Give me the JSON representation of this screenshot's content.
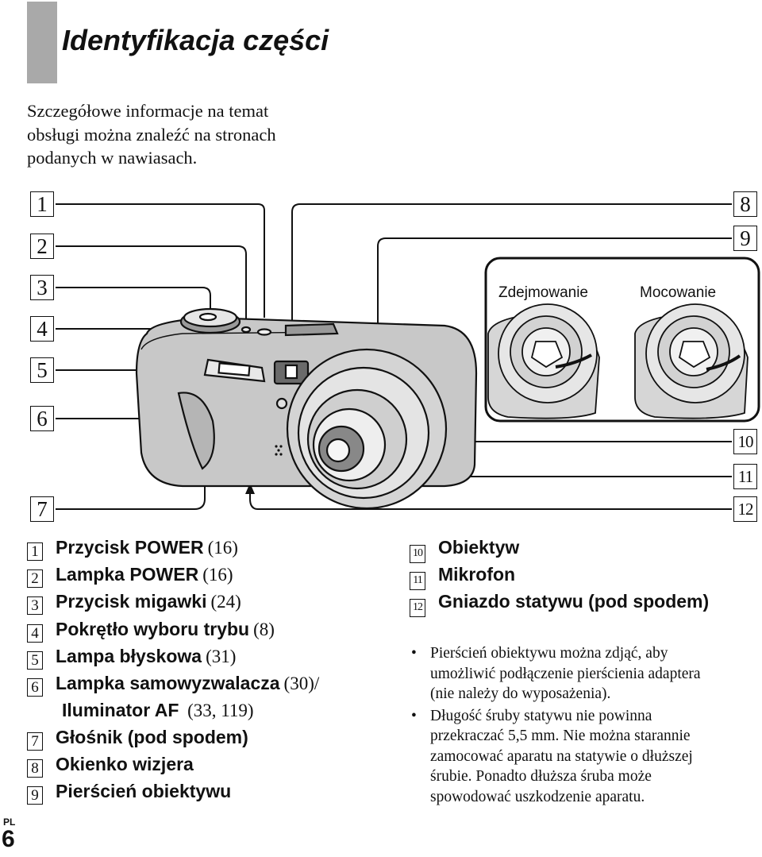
{
  "page": {
    "title": "Identyfikacja części",
    "intro": [
      "Szczegółowe informacje na temat",
      "obsługi można znaleźć na stronach",
      "podanych w nawiasach."
    ],
    "lang_label": "PL",
    "page_number": "6"
  },
  "figure": {
    "callouts": [
      "1",
      "2",
      "3",
      "4",
      "5",
      "6",
      "7",
      "8",
      "9",
      "10",
      "11",
      "12"
    ],
    "insert_labels": {
      "left": "Zdejmowanie",
      "right": "Mocowanie"
    }
  },
  "parts_left": [
    {
      "num": "1",
      "label": "Przycisk POWER",
      "ref": "(16)"
    },
    {
      "num": "2",
      "label": "Lampka POWER",
      "ref": "(16)"
    },
    {
      "num": "3",
      "label": "Przycisk migawki",
      "ref": "(24)"
    },
    {
      "num": "4",
      "label": "Pokrętło wyboru trybu",
      "ref": "(8)"
    },
    {
      "num": "5",
      "label": "Lampa błyskowa",
      "ref": "(31)"
    },
    {
      "num": "6",
      "label": "Lampka samowyzwalacza",
      "ref": "(30)/"
    },
    {
      "num": "7",
      "label": "Głośnik (pod spodem)",
      "ref": ""
    },
    {
      "num": "8",
      "label": "Okienko wizjera",
      "ref": ""
    },
    {
      "num": "9",
      "label": "Pierścień obiektywu",
      "ref": ""
    }
  ],
  "part6_continuation": {
    "label": "Iluminator AF",
    "ref": "(33, 119)"
  },
  "parts_right": [
    {
      "num": "10",
      "label": "Obiektyw"
    },
    {
      "num": "11",
      "label": "Mikrofon"
    },
    {
      "num": "12",
      "label": "Gniazdo statywu (pod spodem)"
    }
  ],
  "notes": [
    {
      "bullet": "•",
      "lines": [
        "Pierścień obiektywu można zdjąć, aby",
        "umożliwić podłączenie pierścienia adaptera",
        "(nie należy do wyposażenia)."
      ]
    },
    {
      "bullet": "•",
      "lines": [
        "Długość śruby statywu nie powinna",
        "przekraczać 5,5 mm. Nie można starannie",
        "zamocować aparatu na statywie o dłuższej",
        "śrubie. Ponadto dłuższa śruba może",
        "spowodować uszkodzenie aparatu."
      ]
    }
  ]
}
